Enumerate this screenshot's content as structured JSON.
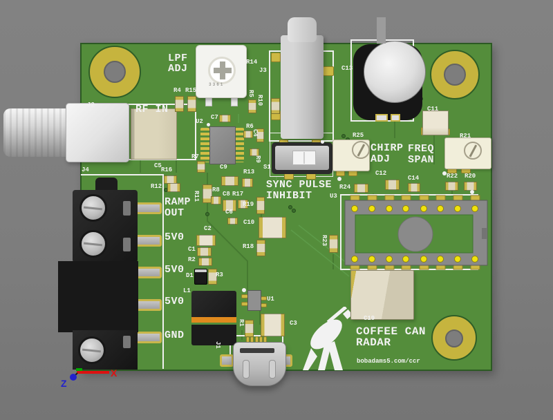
{
  "scene": {
    "background_color": "#7d7d7d",
    "board_color": "#548d3b",
    "board_edge_color": "#2c5a23",
    "silkscreen_color": "#f2f2f2",
    "pad_color": "#cdb944",
    "socket_pin_color": "#f0e20d",
    "trace_color": "#467a31"
  },
  "axis": {
    "x": "X",
    "z": "Z",
    "x_color": "#dd1111",
    "z_color": "#2222cc",
    "y_color": "#00aa00"
  },
  "icons": {
    "logo": "satellite-dish"
  },
  "markings": {
    "trimmer_r14": "3361"
  },
  "silkscreen": {
    "lpf_line1": "LPF",
    "lpf_line2": "ADJ",
    "rf_in": "RF IN",
    "chirp_line1": "CHIRP",
    "chirp_line2": "ADJ",
    "freq_line1": "FREQ",
    "freq_line2": "SPAN",
    "sync_line1": "SYNC PULSE",
    "sync_line2": "INHIBIT",
    "ramp_line1": "RAMP",
    "ramp_line2": "OUT",
    "supply_label_1": "5V0",
    "supply_label_2": "5V0",
    "supply_label_3": "5V0",
    "gnd_label": "GND",
    "title_line1": "COFFEE CAN",
    "title_line2": "RADAR",
    "url": "bobadams5.com/ccr"
  },
  "refdes": {
    "j1": "J1",
    "j2": "J2",
    "j3": "J3",
    "j4": "J4",
    "u1": "U1",
    "u2": "U2",
    "u3": "U3",
    "s1": "S1",
    "d1": "D1",
    "l1": "L1",
    "r1": "R1",
    "r2": "R2",
    "r3": "R3",
    "r4": "R4",
    "r5": "R5",
    "r6": "R6",
    "r7": "R7",
    "r8": "R8",
    "r9": "R9",
    "r10": "R10",
    "r11": "R11",
    "r12": "R12",
    "r13": "R13",
    "r14": "R14",
    "r15": "R15",
    "r16": "R16",
    "r17": "R17",
    "r18": "R18",
    "r19": "R19",
    "r20": "R20",
    "r21": "R21",
    "r22": "R22",
    "r23": "R23",
    "r24": "R24",
    "r25": "R25",
    "c1": "C1",
    "c2": "C2",
    "c3": "C3",
    "c4": "C4",
    "c5": "C5",
    "c6": "C6",
    "c7": "C7",
    "c8": "C8",
    "c9": "C9",
    "c10": "C10",
    "c11": "C11",
    "c12": "C12",
    "c13": "C13",
    "c14": "C14",
    "c19": "C19"
  }
}
